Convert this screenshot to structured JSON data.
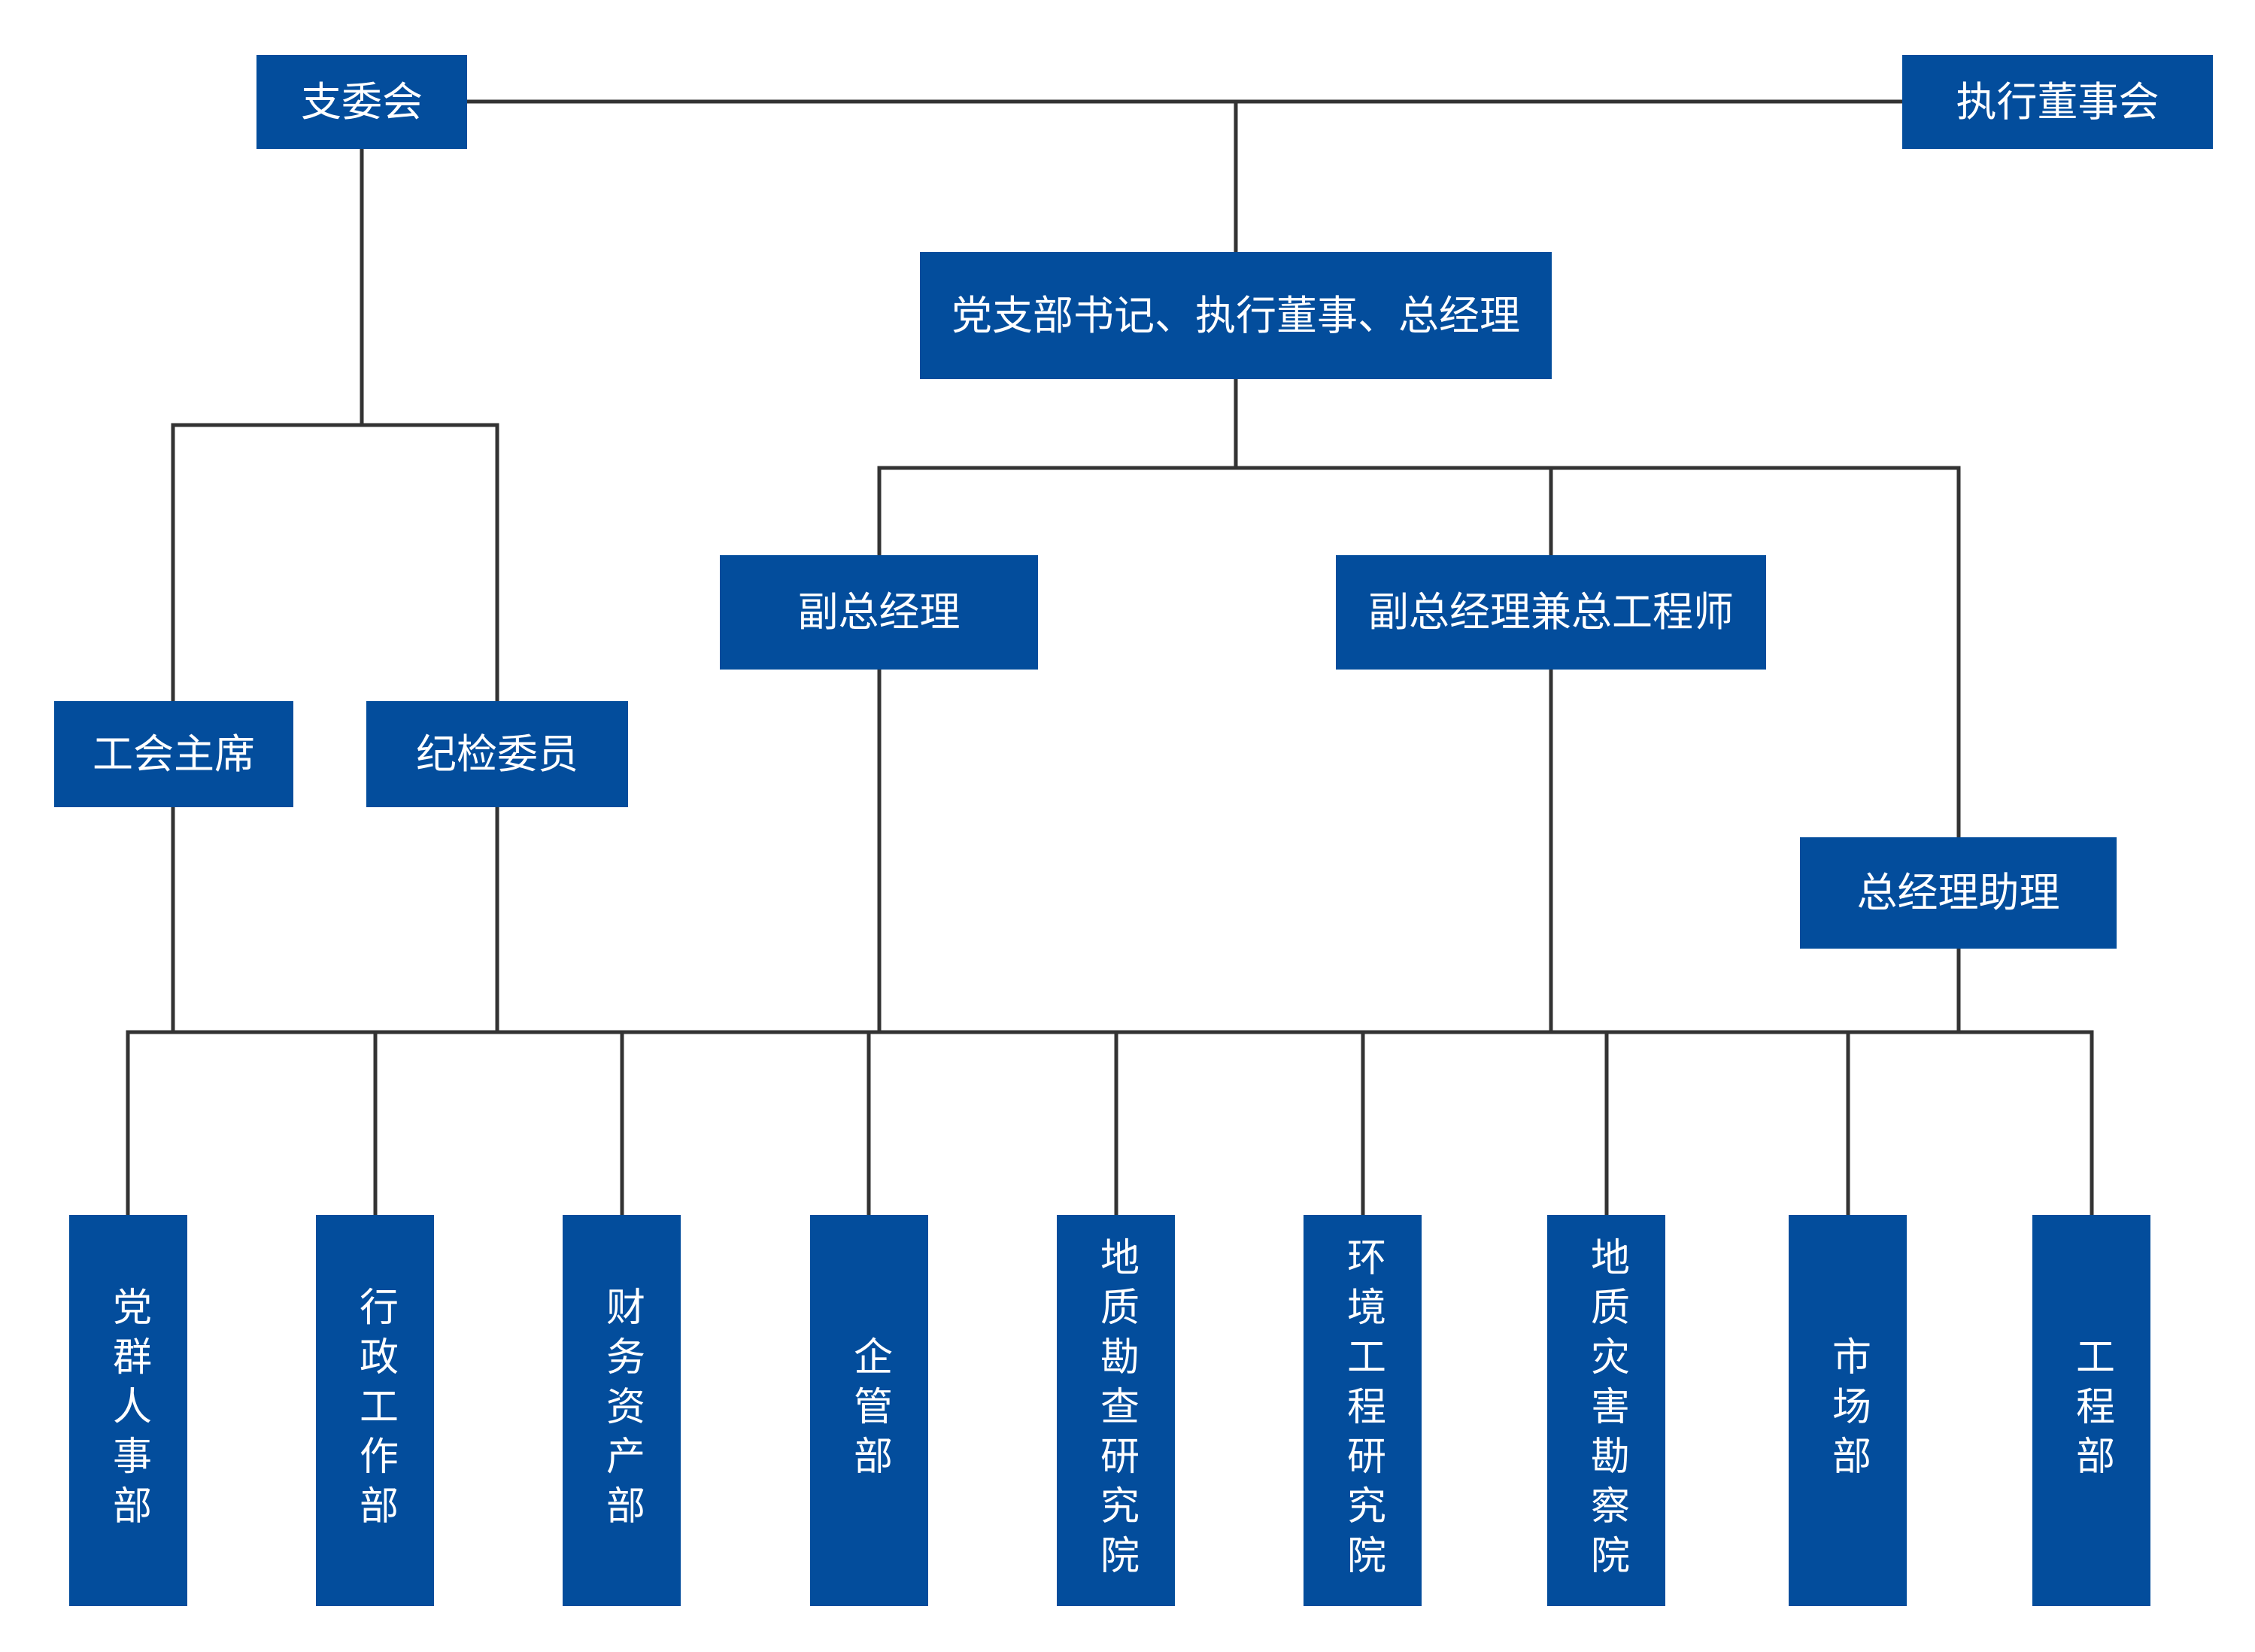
{
  "colors": {
    "box_fill": "#034d9c",
    "box_text": "#ffffff",
    "connector": "#333333",
    "background": "#ffffff"
  },
  "nodes": {
    "branch_committee": "支委会",
    "executive_board": "执行董事会",
    "secretary_gm": "党支部书记、执行董事、总经理",
    "deputy_gm": "副总经理",
    "deputy_gm_chief_engineer": "副总经理兼总工程师",
    "union_chair": "工会主席",
    "discipline_member": "纪检委员",
    "gm_assistant": "总经理助理"
  },
  "departments": [
    "党群人事部",
    "行政工作部",
    "财务资产部",
    "企管部",
    "地质勘查研究院",
    "环境工程研究院",
    "地质灾害勘察院",
    "市场部",
    "工程部"
  ]
}
